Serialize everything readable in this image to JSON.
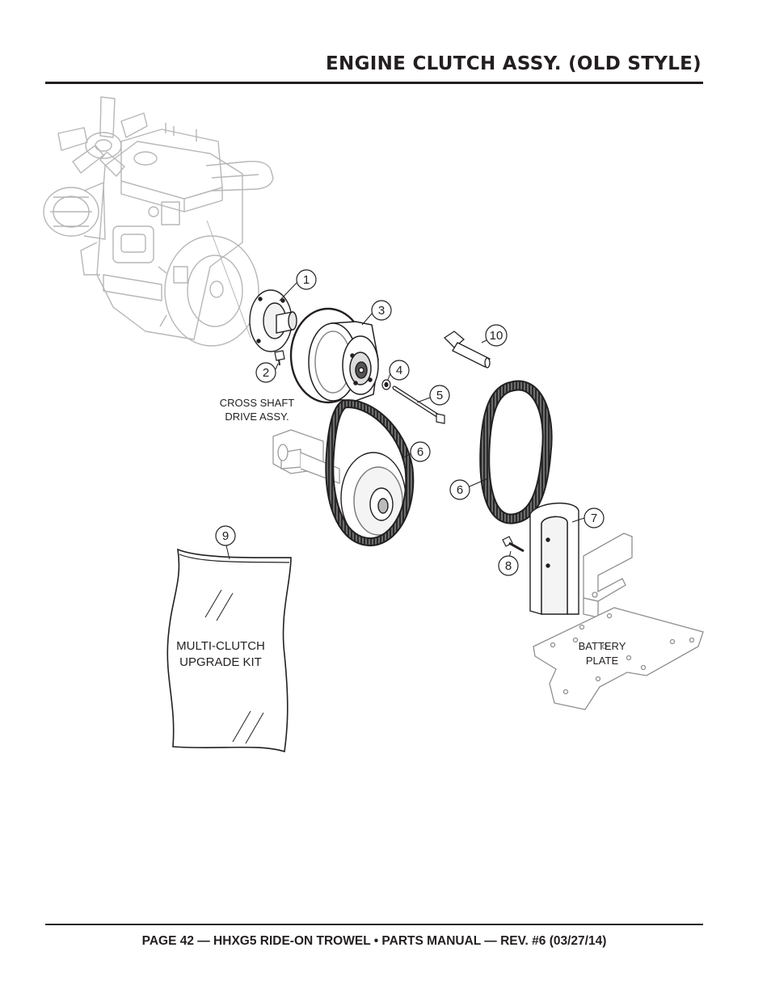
{
  "header": {
    "title": "ENGINE CLUTCH ASSY. (OLD STYLE)"
  },
  "footer": {
    "text": "PAGE 42 — HHXG5 RIDE-ON TROWEL • PARTS MANUAL — REV. #6 (03/27/14)"
  },
  "callouts": [
    "1",
    "2",
    "3",
    "4",
    "5",
    "6",
    "6",
    "7",
    "8",
    "9",
    "10"
  ],
  "labels": {
    "cross_shaft": [
      "CROSS SHAFT",
      "DRIVE ASSY."
    ],
    "kit": [
      "MULTI-CLUTCH",
      "UPGRADE KIT"
    ],
    "battery_plate": [
      "BATTERY",
      "PLATE"
    ]
  }
}
